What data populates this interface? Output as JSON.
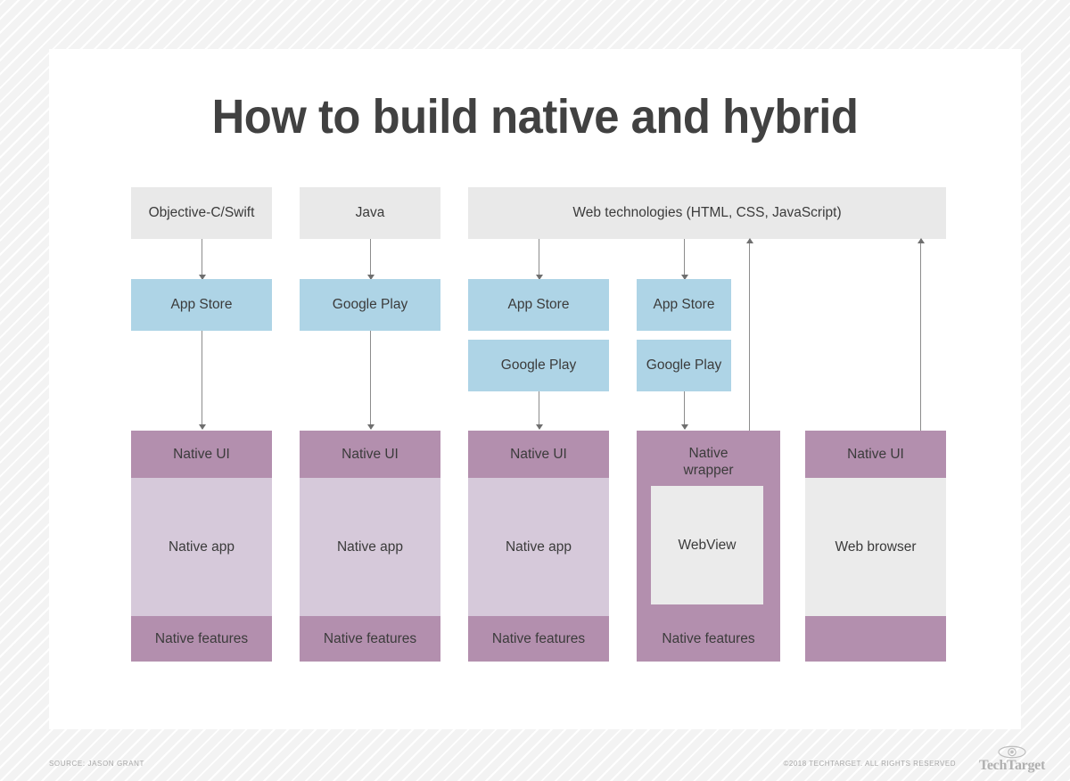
{
  "page": {
    "title": "How to build native and hybrid",
    "background": "#f3f3f3",
    "card_background": "#ffffff",
    "title_color": "#414141"
  },
  "colors": {
    "gray_box": "#e9e9e9",
    "blue_box": "#aed4e6",
    "purple_dark": "#b38fae",
    "purple_light": "#d6c9da",
    "webview": "#ebebeb",
    "arrow": "#8c8c8c"
  },
  "tech_headers": [
    {
      "label": "Objective-C/Swift"
    },
    {
      "label": "Java"
    },
    {
      "label": "Web technologies (HTML, CSS, JavaScript)"
    }
  ],
  "columns": [
    {
      "id": "ios-native",
      "stores": [
        "App Store"
      ],
      "stack": [
        "Native UI",
        "Native app",
        "Native features"
      ]
    },
    {
      "id": "android-native",
      "stores": [
        "Google Play"
      ],
      "stack": [
        "Native UI",
        "Native app",
        "Native features"
      ]
    },
    {
      "id": "cross-platform-native",
      "stores": [
        "App Store",
        "Google Play"
      ],
      "stack": [
        "Native UI",
        "Native app",
        "Native features"
      ]
    },
    {
      "id": "hybrid",
      "stores": [
        "App Store",
        "Google Play"
      ],
      "stack": [
        "Native wrapper",
        "WebView",
        "Native features"
      ]
    },
    {
      "id": "web",
      "stores": [],
      "stack": [
        "Native UI",
        "Web browser",
        ""
      ]
    }
  ],
  "labels": {
    "app_store": "App Store",
    "google_play": "Google Play",
    "native_ui": "Native UI",
    "native_app": "Native app",
    "native_features": "Native features",
    "native_wrapper": "Native wrapper",
    "webview": "WebView",
    "web_browser": "Web browser",
    "empty": ""
  },
  "footer": {
    "source": "SOURCE: JASON GRANT",
    "copyright": "©2018 TECHTARGET. ALL RIGHTS RESERVED",
    "logo_word": "TechTarget"
  }
}
